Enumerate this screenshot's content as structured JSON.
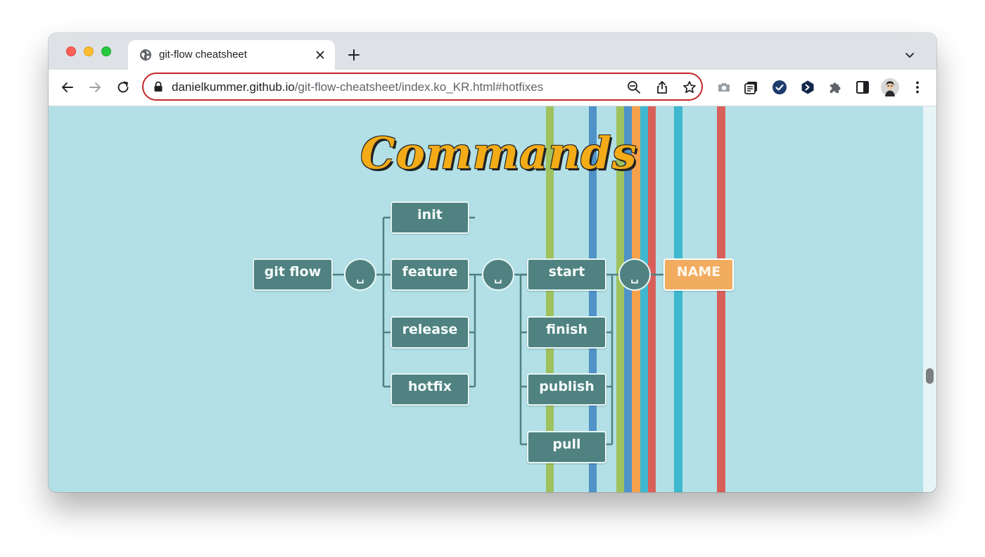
{
  "browser": {
    "tab": {
      "title": "git-flow cheatsheet"
    },
    "address_bar": {
      "host": "danielkummer.github.io",
      "path": "/git-flow-cheatsheet/index.ko_KR.html#hotfixes"
    },
    "icons": {
      "tab": [
        "globe-icon",
        "close-icon",
        "new-tab-icon",
        "tab-search-chevron-icon"
      ],
      "toolbar": [
        "back-icon",
        "forward-icon",
        "reload-icon",
        "lock-icon",
        "zoom-icon",
        "share-icon",
        "bookmark-star-icon",
        "camera-icon",
        "extension-notes-icon",
        "extension-check-icon",
        "extension-code-icon",
        "extensions-puzzle-icon",
        "side-panel-icon",
        "profile-avatar",
        "menu-kebab-icon"
      ]
    }
  },
  "page": {
    "heading": "Commands",
    "diagram": {
      "root": "git flow",
      "separator": "␣",
      "subcommands": [
        "init",
        "feature",
        "release",
        "hotfix"
      ],
      "actions": [
        "start",
        "finish",
        "publish",
        "pull"
      ],
      "argument": "NAME"
    },
    "stripe_colors": [
      "#9fc25e",
      "#4f93c9",
      "#9fc25e",
      "#4f93c9",
      "#f5a04a",
      "#3fb8cf",
      "#d9605a",
      "#3fb8cf",
      "#d9605a"
    ]
  }
}
